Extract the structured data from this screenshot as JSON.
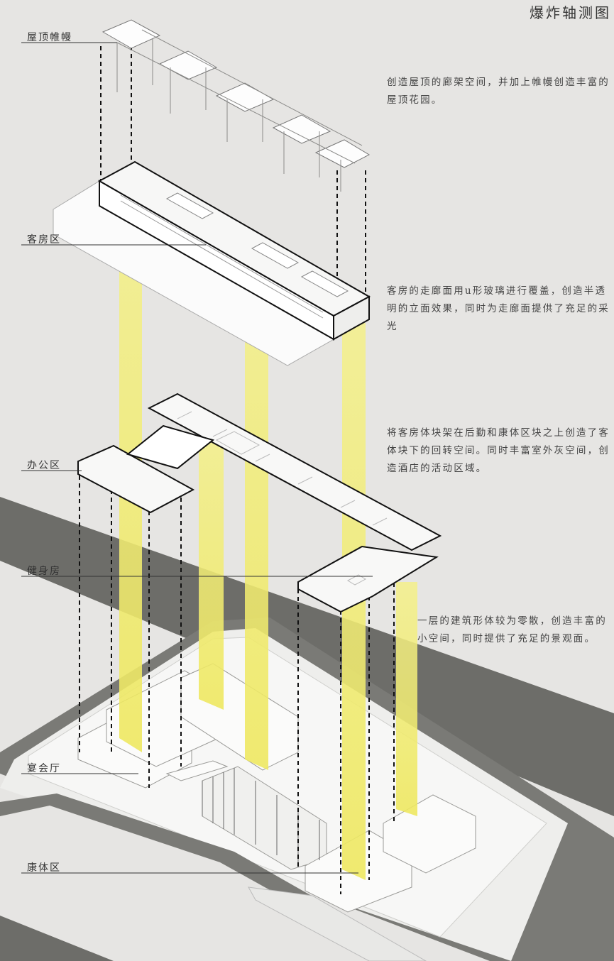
{
  "title": "爆炸轴测图",
  "labels": {
    "roof": "屋顶帷幔",
    "guest": "客房区",
    "office": "办公区",
    "gym": "健身房",
    "banquet": "宴会厅",
    "wellness": "康体区"
  },
  "descriptions": {
    "roof": "创造屋顶的廊架空间，并加上帷幔创造丰富的屋顶花园。",
    "guest": "客房的走廊面用u形玻璃进行覆盖，创造半透明的立面效果，同时为走廊面提供了充足的采光",
    "office": "将客房体块架在后勤和康体区块之上创造了客体块下的回转空间。同时丰富室外灰空间，创造酒店的活动区域。",
    "ground": "一层的建筑形体较为零散，创造丰富的小空间，同时提供了充足的景观面。"
  },
  "colors": {
    "background": "#e6e5e3",
    "road": "#6e6e6a",
    "light_shaft": "#f2ef7a",
    "building": "#ffffff",
    "outline": "#111111"
  }
}
